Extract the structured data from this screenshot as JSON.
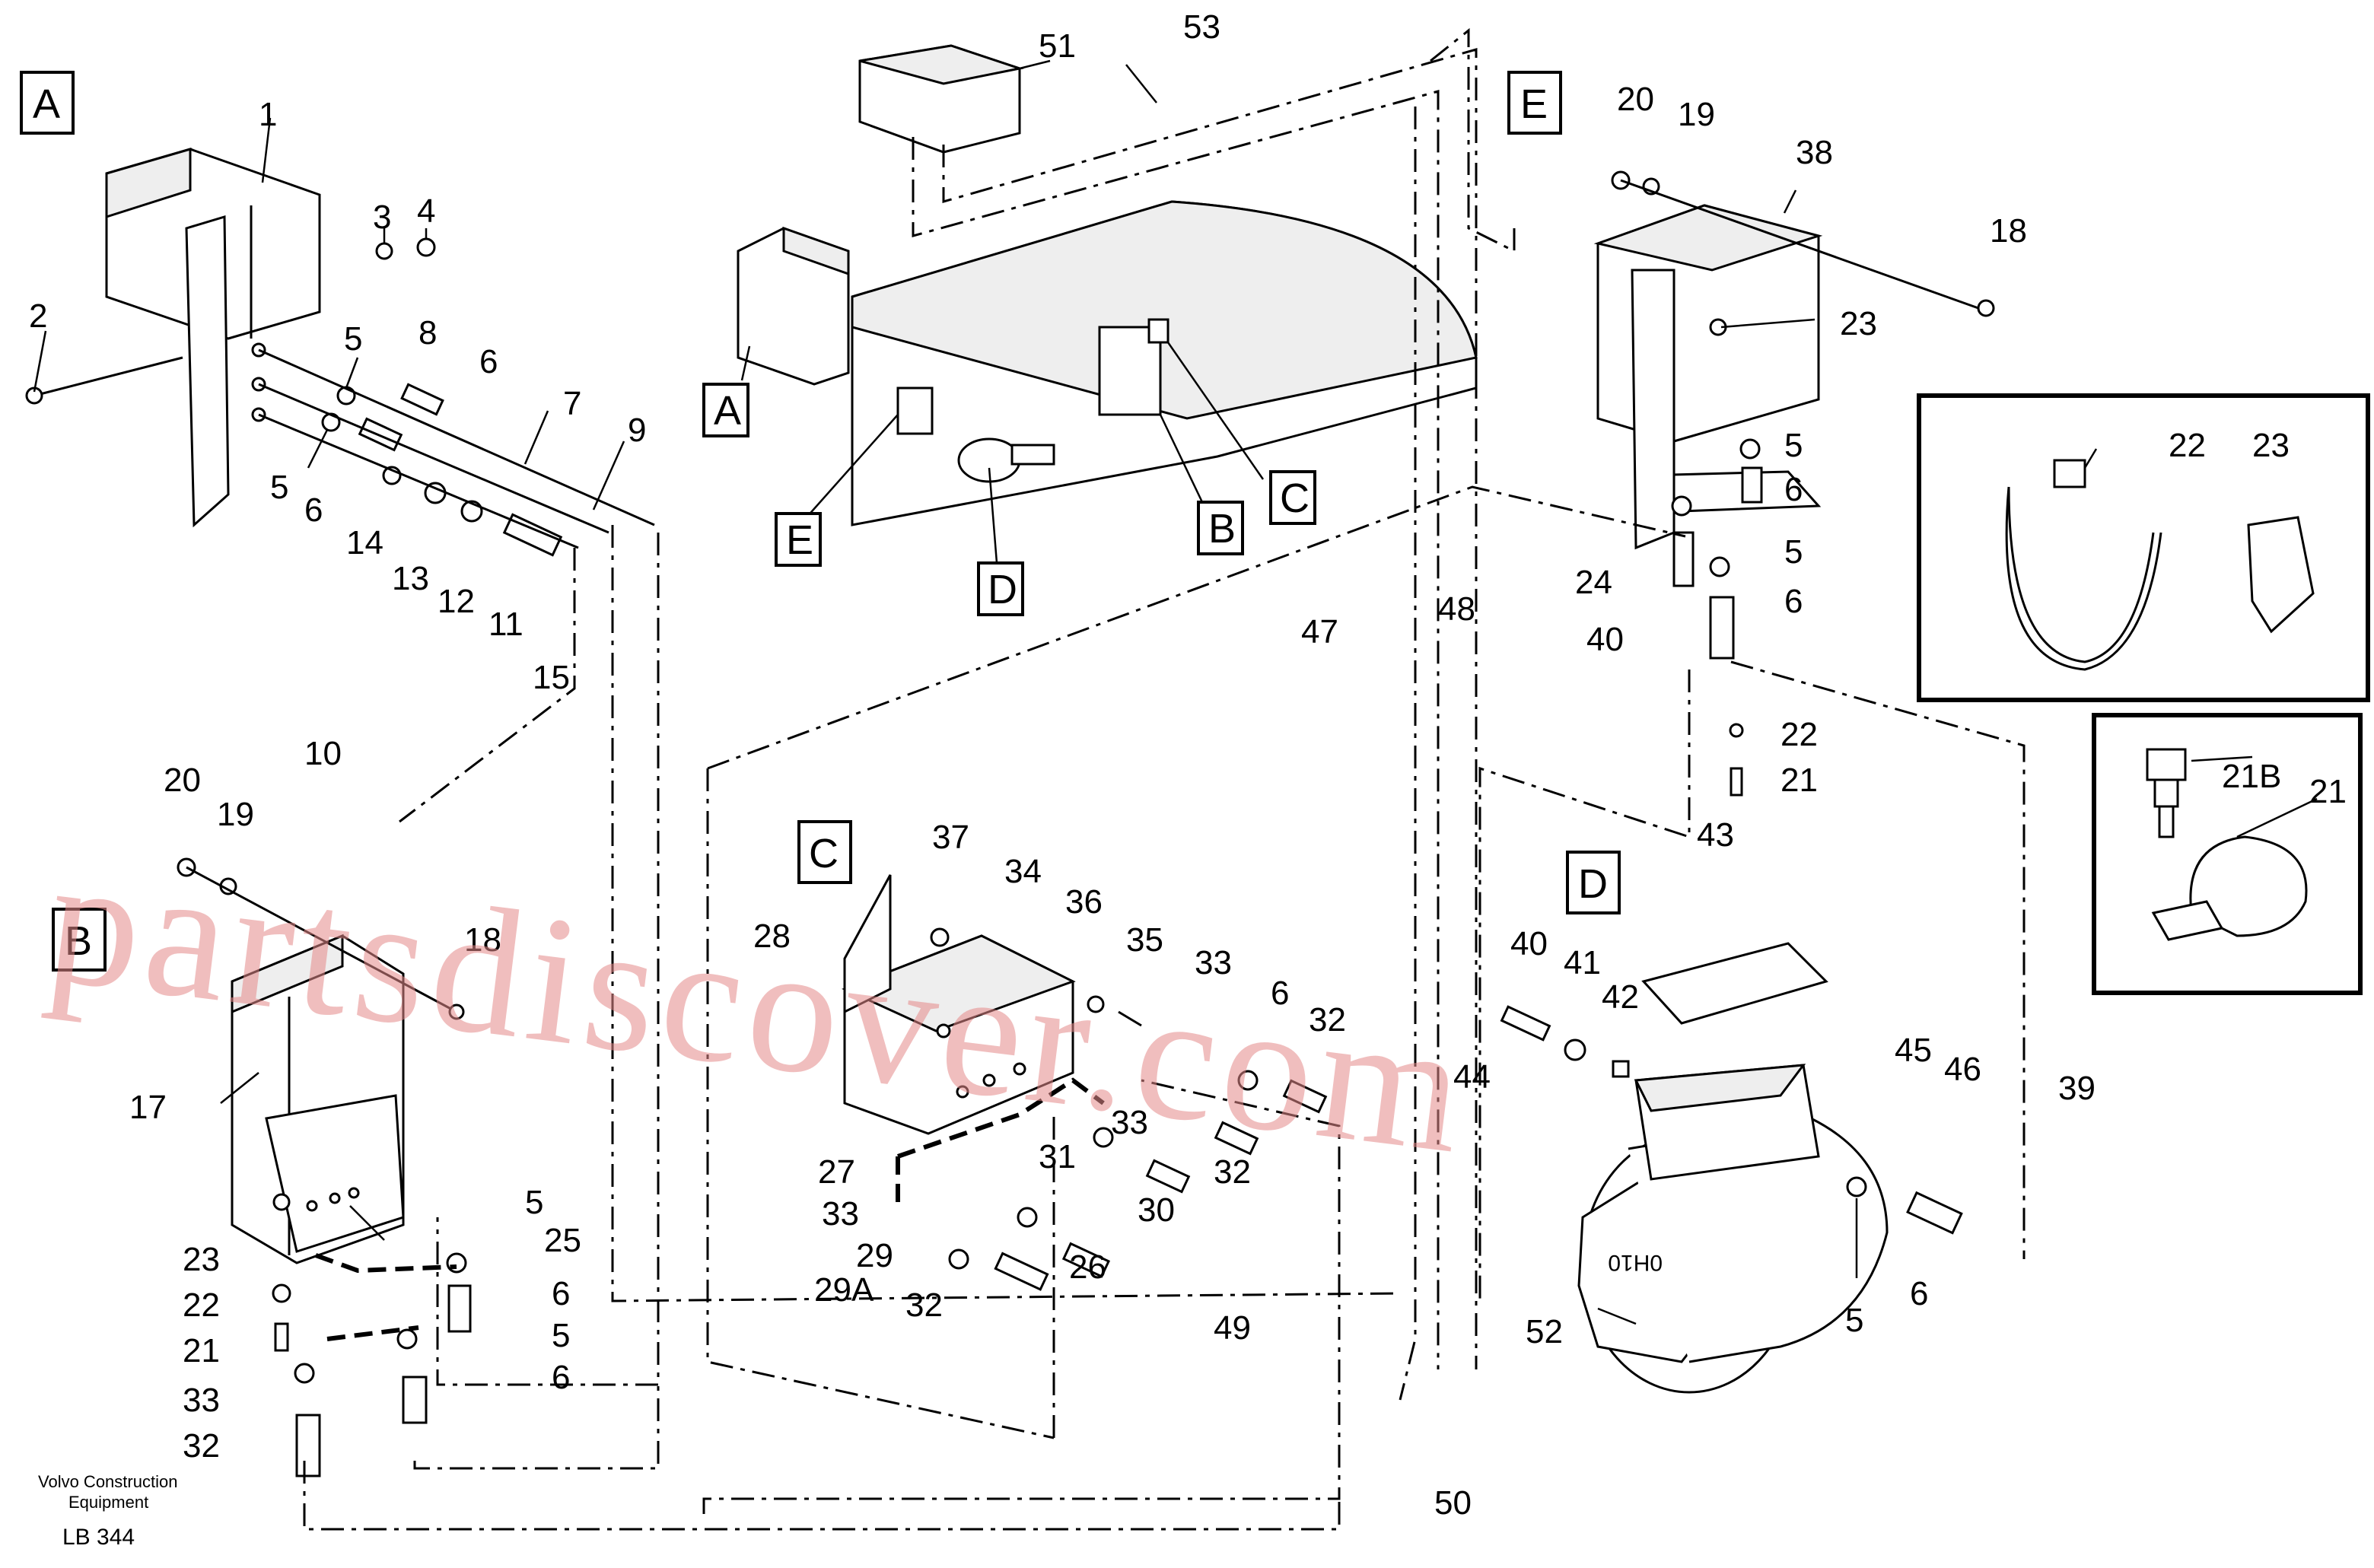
{
  "section_labels": [
    "A",
    "B",
    "C",
    "D",
    "E"
  ],
  "callouts": [
    "A",
    "B",
    "C",
    "D",
    "E"
  ],
  "part_numbers": [
    "1",
    "2",
    "3",
    "4",
    "5",
    "8",
    "6",
    "7",
    "9",
    "5",
    "6",
    "14",
    "13",
    "12",
    "11",
    "15",
    "10",
    "20",
    "19",
    "18",
    "17",
    "23",
    "5",
    "25",
    "6",
    "22",
    "5",
    "21",
    "6",
    "33",
    "32",
    "51",
    "53",
    "47",
    "48",
    "28",
    "50",
    "37",
    "34",
    "36",
    "35",
    "33",
    "6",
    "32",
    "33",
    "32",
    "27",
    "31",
    "33",
    "30",
    "29",
    "26",
    "29A",
    "32",
    "49",
    "20",
    "19",
    "38",
    "18",
    "23",
    "5",
    "6",
    "5",
    "24",
    "40",
    "6",
    "22",
    "21",
    "43",
    "22",
    "23",
    "21B",
    "21",
    "40",
    "41",
    "42",
    "44",
    "45",
    "46",
    "39",
    "5",
    "6",
    "52"
  ],
  "footer": {
    "company_line1": "Volvo Construction",
    "company_line2": "Equipment",
    "code": "LB 344"
  },
  "part_marking": "0H10",
  "watermark": "partsdiscover.com"
}
